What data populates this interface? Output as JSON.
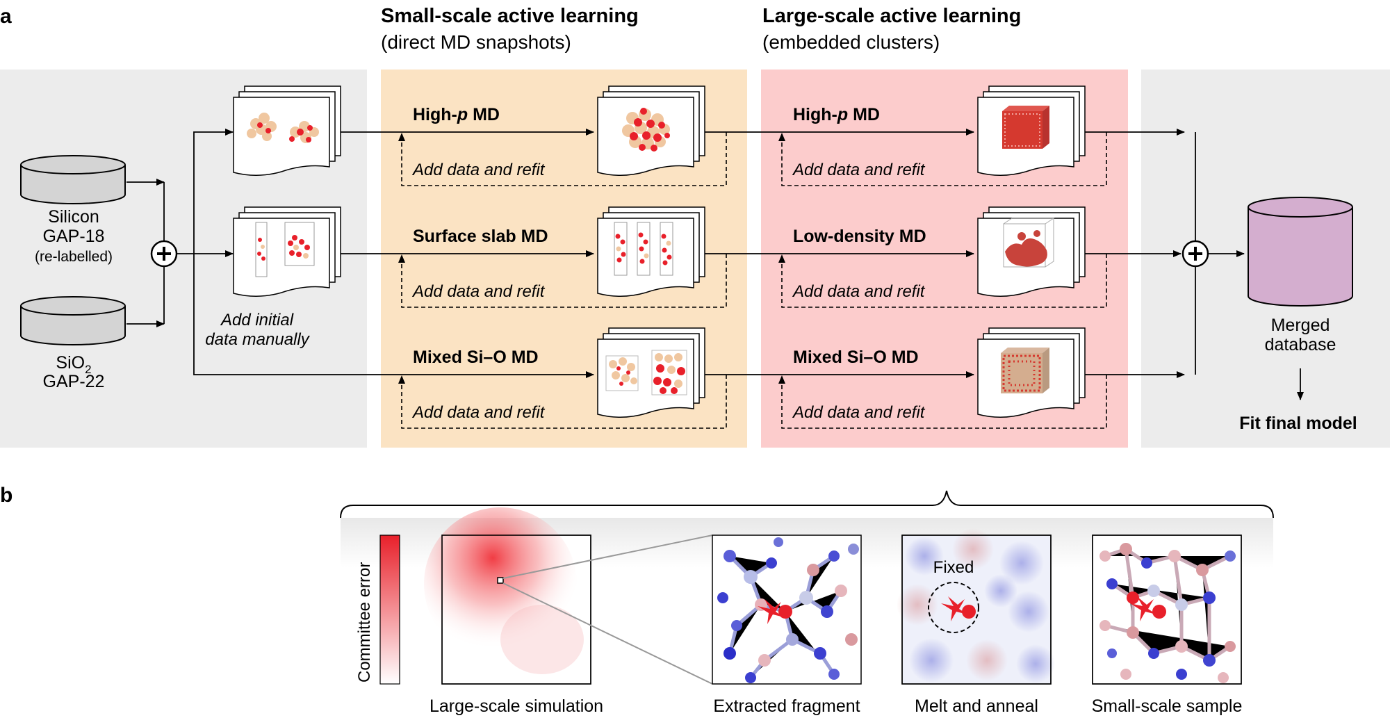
{
  "panel_a": {
    "label": "a",
    "headers": {
      "small_title": "Small-scale active learning",
      "small_sub": "(direct MD snapshots)",
      "large_title": "Large-scale active learning",
      "large_sub": "(embedded clusters)"
    },
    "inputs": {
      "silicon_1": "Silicon",
      "silicon_2": "GAP-18",
      "silicon_3": "(re-labelled)",
      "sio2_main": "SiO",
      "sio2_sub": "2",
      "sio2_2": "GAP-22"
    },
    "initial_note_1": "Add initial",
    "initial_note_2": "data manually",
    "rows": [
      {
        "small_label_pre": "High-",
        "small_label_ital": "p",
        "small_label_post": " MD",
        "large_label_pre": "High-",
        "large_label_ital": "p",
        "large_label_post": " MD"
      },
      {
        "small_label": "Surface slab MD",
        "large_label": "Low-density MD"
      },
      {
        "small_label": "Mixed Si–O MD",
        "large_label": "Mixed Si–O MD"
      }
    ],
    "refit_label": "Add data and refit",
    "output_1": "Merged",
    "output_2": "database",
    "final": "Fit final model",
    "plus_symbol": "+"
  },
  "panel_b": {
    "label": "b",
    "colorbar_label": "Committee error",
    "fixed_label": "Fixed",
    "captions": [
      "Large-scale simulation",
      "Extracted fragment",
      "Melt and anneal",
      "Small-scale sample"
    ]
  },
  "colors": {
    "grey_bg": "#ececec",
    "orange_bg": "#fbe3c3",
    "pink_bg": "#fccccc",
    "cylinder": "#d4d4d4",
    "merged": "#d4aecf",
    "red": "#e8202a",
    "tan": "#f0c7a0",
    "blue": "#3b3fd0"
  }
}
